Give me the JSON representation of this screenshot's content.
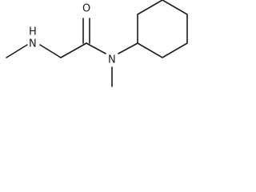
{
  "molecule": {
    "atoms": {
      "amine_n": "N",
      "amine_h": "H",
      "carbonyl_o": "O",
      "amide_n": "N"
    },
    "colors": {
      "bond": "#1a1a1a",
      "text": "#1a1a1a",
      "background": "#ffffff"
    }
  }
}
